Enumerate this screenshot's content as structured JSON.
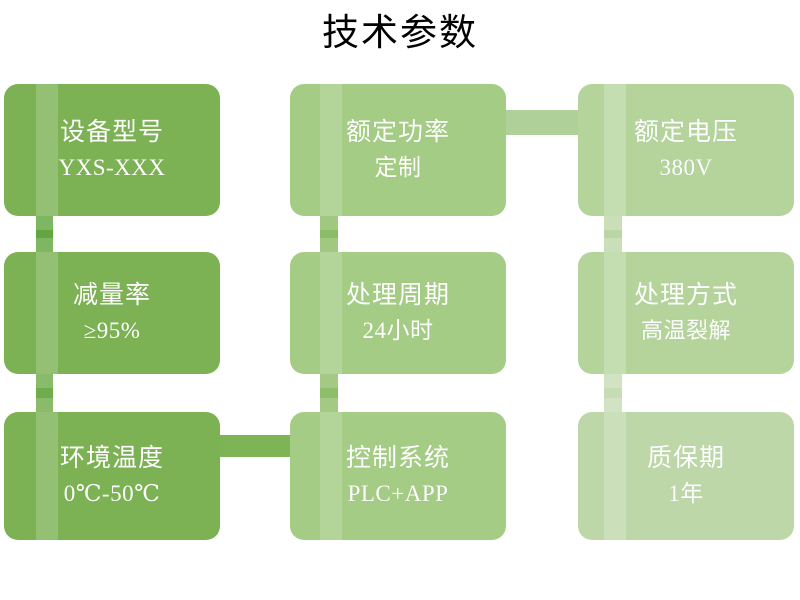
{
  "title": "技术参数",
  "theme": {
    "background": "#ffffff",
    "title_color": "#000000",
    "card_text_color": "#ffffff",
    "col1_color": "#7CB254",
    "col2_color": "#A4CC84",
    "col3_color": "#BDD7A8",
    "connector_dark": "#70AC4B",
    "connector_mid": "#8FBE6B",
    "connector_light": "#A8CE8C",
    "connector_pale": "#C6DCB4"
  },
  "cards": [
    {
      "id": "device-model",
      "label": "设备型号",
      "value": "YXS-XXX",
      "row": 1,
      "col": 1
    },
    {
      "id": "rated-power",
      "label": "额定功率",
      "value": "定制",
      "row": 1,
      "col": 2
    },
    {
      "id": "rated-voltage",
      "label": "额定电压",
      "value": "380V",
      "row": 1,
      "col": 3
    },
    {
      "id": "reduction-rate",
      "label": "减量率",
      "value": "≥95%",
      "row": 2,
      "col": 1
    },
    {
      "id": "process-cycle",
      "label": "处理周期",
      "value": "24小时",
      "row": 2,
      "col": 2
    },
    {
      "id": "process-method",
      "label": "处理方式",
      "value": "高温裂解",
      "row": 2,
      "col": 3
    },
    {
      "id": "ambient-temp",
      "label": "环境温度",
      "value": "0℃-50℃",
      "row": 3,
      "col": 1
    },
    {
      "id": "control-system",
      "label": "控制系统",
      "value": "PLC+APP",
      "row": 3,
      "col": 2
    },
    {
      "id": "warranty-period",
      "label": "质保期",
      "value": "1年",
      "row": 3,
      "col": 3
    }
  ]
}
